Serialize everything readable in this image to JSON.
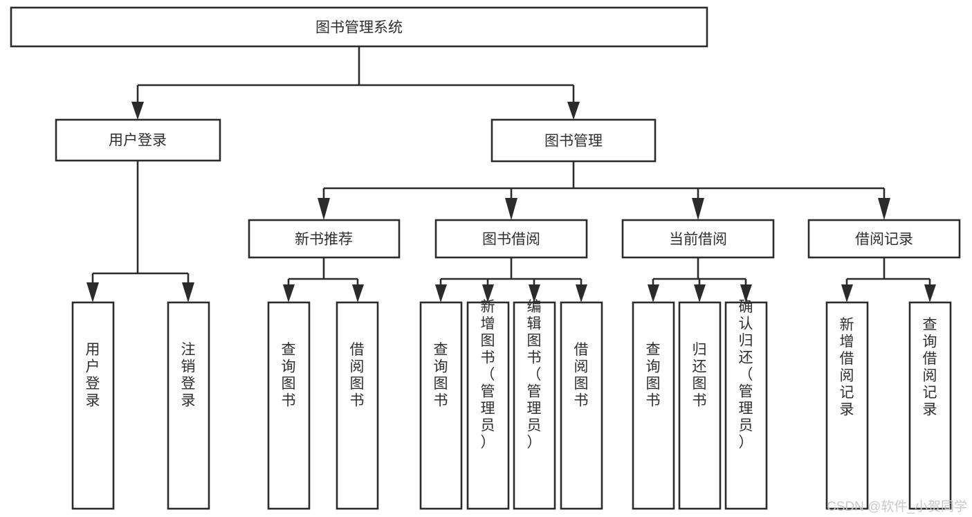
{
  "diagram": {
    "title": "图书管理系统",
    "type": "tree-hierarchy-chart",
    "background_color": "#ffffff",
    "box_stroke_color": "#2b2b2b",
    "box_fill_color": "#ffffff",
    "text_color": "#2f2f2f",
    "connector_color": "#2b2b2b"
  },
  "root": {
    "label": "图书管理系统"
  },
  "level1": [
    {
      "label": "用户登录"
    },
    {
      "label": "图书管理"
    }
  ],
  "level2": [
    {
      "label": "新书推荐"
    },
    {
      "label": "图书借阅"
    },
    {
      "label": "当前借阅"
    },
    {
      "label": "借阅记录"
    }
  ],
  "leaves": {
    "user_login": [
      {
        "label": "用户登录"
      },
      {
        "label": "注销登录"
      }
    ],
    "new_book_recommend": [
      {
        "label": "查询图书"
      },
      {
        "label": "借阅图书"
      }
    ],
    "book_borrow": [
      {
        "label": "查询图书"
      },
      {
        "label": "新增图书（管理员）"
      },
      {
        "label": "编辑图书（管理员）"
      },
      {
        "label": "借阅图书"
      }
    ],
    "current_borrow": [
      {
        "label": "查询图书"
      },
      {
        "label": "归还图书"
      },
      {
        "label": "确认归还（管理员）"
      }
    ],
    "borrow_record": [
      {
        "label": "新增借阅记录"
      },
      {
        "label": "查询借阅记录"
      }
    ]
  },
  "watermark": {
    "text": "CSDN @软件_小贺同学",
    "color": "#c9c9c9"
  }
}
